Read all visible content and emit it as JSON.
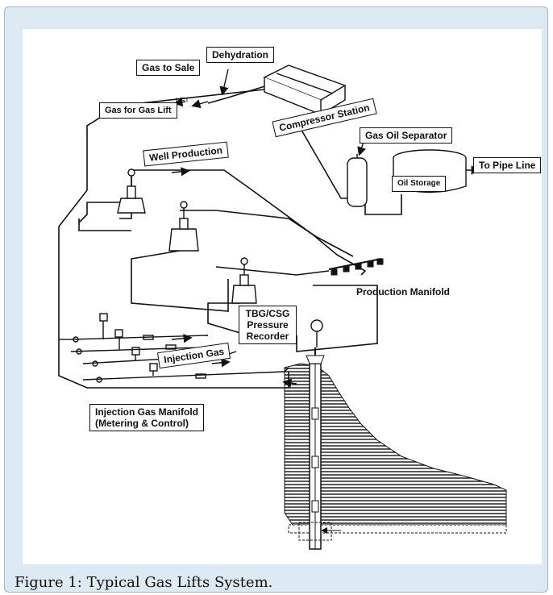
{
  "figure": {
    "caption": "Figure 1: Typical Gas Lifts System.",
    "labels": {
      "dehydration": "Dehydration",
      "gas_to_sale": "Gas to Sale",
      "gas_for_gas_lift": "Gas for Gas Lift",
      "lift_tag": "LIFT",
      "compressor_station": "Compressor Station",
      "well_production": "Well Production",
      "gas_oil_separator": "Gas Oil Separator",
      "to_pipe_line": "To Pipe Line",
      "oil_storage": "Oil Storage",
      "production_manifold": "Production Manifold",
      "pressure_recorder_1": "TBG/CSG",
      "pressure_recorder_2": "Pressure",
      "pressure_recorder_3": "Recorder",
      "injection_gas": "Injection Gas",
      "injection_manifold_1": "Injection Gas Manifold",
      "injection_manifold_2": "(Metering & Control)"
    }
  }
}
